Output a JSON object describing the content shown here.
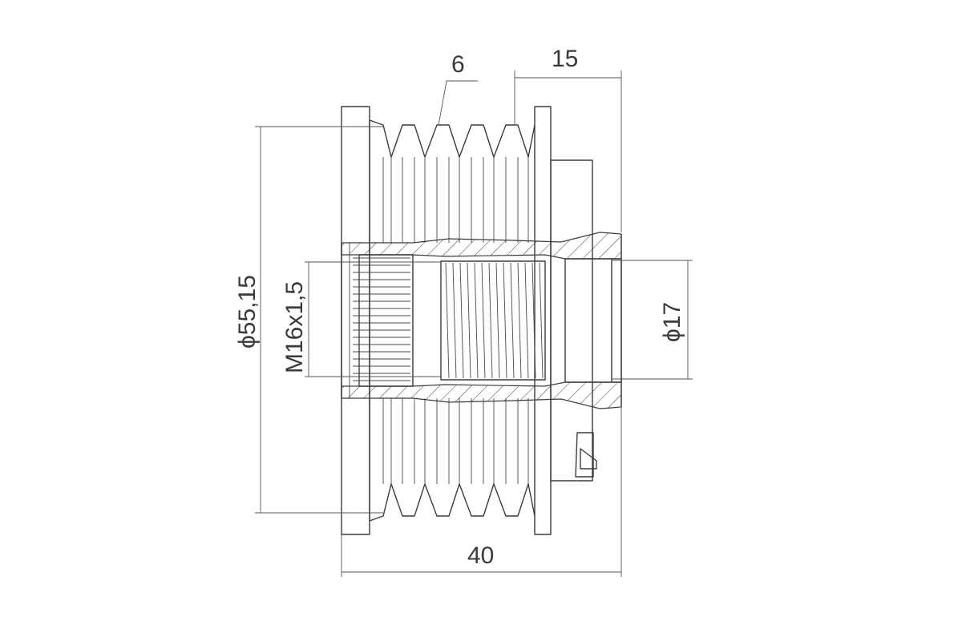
{
  "dimensions": {
    "rib_count": "6",
    "hub_length": "15",
    "outer_diameter": "ϕ55,15",
    "thread": "M16x1,5",
    "bore_diameter": "ϕ17",
    "overall_length": "40"
  },
  "colors": {
    "line": "#3c3c3c",
    "background": "#ffffff"
  }
}
